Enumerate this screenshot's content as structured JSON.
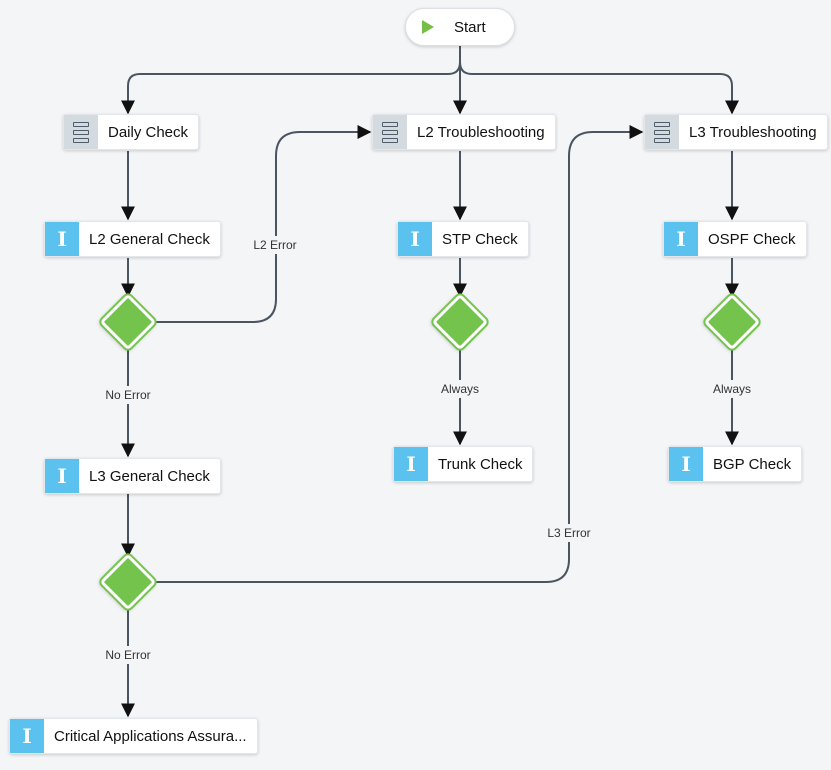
{
  "start": {
    "label": "Start",
    "icon": "play-icon"
  },
  "nodes": {
    "daily_check": {
      "label": "Daily Check",
      "icon": "group-icon"
    },
    "l2_general_check": {
      "label": "L2 General Check",
      "icon": "task-icon"
    },
    "l3_general_check": {
      "label": "L3 General Check",
      "icon": "task-icon"
    },
    "critical_apps": {
      "label": "Critical Applications Assura...",
      "icon": "task-icon"
    },
    "l2_troubleshooting": {
      "label": "L2 Troubleshooting",
      "icon": "group-icon"
    },
    "stp_check": {
      "label": "STP Check",
      "icon": "task-icon"
    },
    "trunk_check": {
      "label": "Trunk Check",
      "icon": "task-icon"
    },
    "l3_troubleshooting": {
      "label": "L3 Troubleshooting",
      "icon": "group-icon"
    },
    "ospf_check": {
      "label": "OSPF Check",
      "icon": "task-icon"
    },
    "bgp_check": {
      "label": "BGP Check",
      "icon": "task-icon"
    }
  },
  "decisions": [
    "decision-l2",
    "decision-l3",
    "decision-stp",
    "decision-ospf"
  ],
  "edge_labels": {
    "l2_error": "L2 Error",
    "no_error_1": "No Error",
    "no_error_2": "No Error",
    "l3_error": "L3 Error",
    "always_stp": "Always",
    "always_ospf": "Always"
  },
  "colors": {
    "group_icon_bg": "#d3dae0",
    "task_icon_bg": "#5bc2f0",
    "decision_green": "#73c34d",
    "wire": "#4a5560",
    "canvas": "#f4f5f7"
  }
}
